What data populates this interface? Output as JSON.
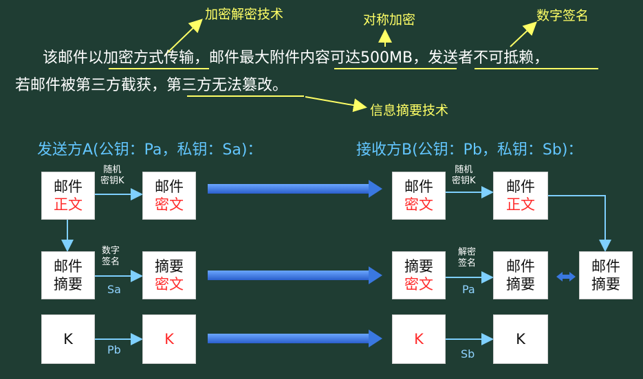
{
  "paragraph": {
    "line1": {
      "p1": "该邮件以",
      "encrypt": "加密方式传输",
      "p2": "，邮件最大附件",
      "size": "内容可达500MB",
      "p3": "，",
      "nonrep": "发送者不可抵赖",
      "p4": "，"
    },
    "line2": {
      "p1": "若邮件被第三方截获，",
      "tamper": "第三方无法篡改",
      "p2": "。"
    }
  },
  "annotations": {
    "encryption_tech": "加密解密技术",
    "symmetric": "对称加密",
    "digital_signature": "数字签名",
    "digest_tech": "信息摘要技术"
  },
  "sender": {
    "heading": "发送方A(公钥：Pa，私钥：Sa)：",
    "mail_plain": [
      "邮件",
      "正文"
    ],
    "mail_cipher": [
      "邮件",
      "密文"
    ],
    "digest": [
      "邮件",
      "摘要"
    ],
    "digest_cipher": [
      "摘要",
      "密文"
    ],
    "key": "K",
    "key_enc": "K",
    "random_key_label": [
      "随机",
      "密钥K"
    ],
    "sign_label": [
      "数字",
      "签名"
    ],
    "sa_label": "Sa",
    "pb_label": "Pb"
  },
  "receiver": {
    "heading": "接收方B(公钥：Pb，私钥：Sb)：",
    "mail_cipher": [
      "邮件",
      "密文"
    ],
    "mail_plain": [
      "邮件",
      "正文"
    ],
    "digest_cipher": [
      "摘要",
      "密文"
    ],
    "digest_dec": [
      "邮件",
      "摘要"
    ],
    "digest_new": [
      "邮件",
      "摘要"
    ],
    "key_enc": "K",
    "key": "K",
    "random_key_label": [
      "随机",
      "密钥K"
    ],
    "verify_label": [
      "解密",
      "签名"
    ],
    "pa_label": "Pa",
    "sb_label": "Sb"
  },
  "colors": {
    "background": "#1f3d33",
    "annotation": "#ffff66",
    "heading": "#63c6ff",
    "cipher_text": "#ff2a2a",
    "big_arrow": "#3a78e0"
  }
}
